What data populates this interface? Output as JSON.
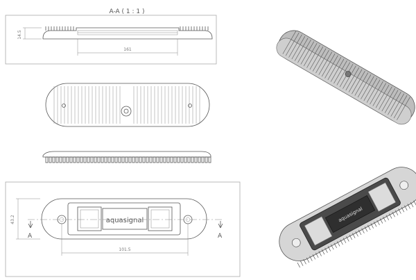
{
  "section_title": "A-A ( 1 : 1 )",
  "brand_text": "aquasignal",
  "cut_label_left": "A",
  "cut_label_right": "A",
  "dim_section_height": "14.5",
  "dim_section_width": "161",
  "dim_plan_height": "43.2",
  "dim_plan_width": "101.5",
  "colors": {
    "line": "#555555",
    "frame": "#aaaaaa",
    "body_fill": "#dadada",
    "dark_fill": "#4a4a4a"
  }
}
